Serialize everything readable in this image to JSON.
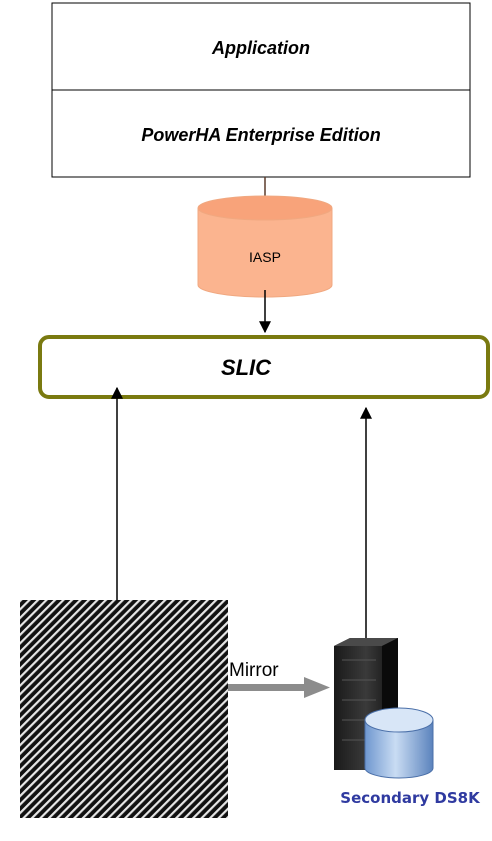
{
  "app_box": {
    "label": "Application"
  },
  "powerha_box": {
    "label": "PowerHA Enterprise Edition"
  },
  "iasp": {
    "label": "IASP",
    "fill": "#fbb48f"
  },
  "slic": {
    "label": "SLIC",
    "border_color": "#7a7a10"
  },
  "mirror": {
    "label": "Mirror",
    "arrow_color": "#8c8c8c"
  },
  "secondary": {
    "label": "Secondary DS8K",
    "label_color": "#2f3aa0",
    "cylinder_color": "#8fb3e0"
  },
  "primary_storage": {
    "pattern": "diagonal-hatch"
  }
}
